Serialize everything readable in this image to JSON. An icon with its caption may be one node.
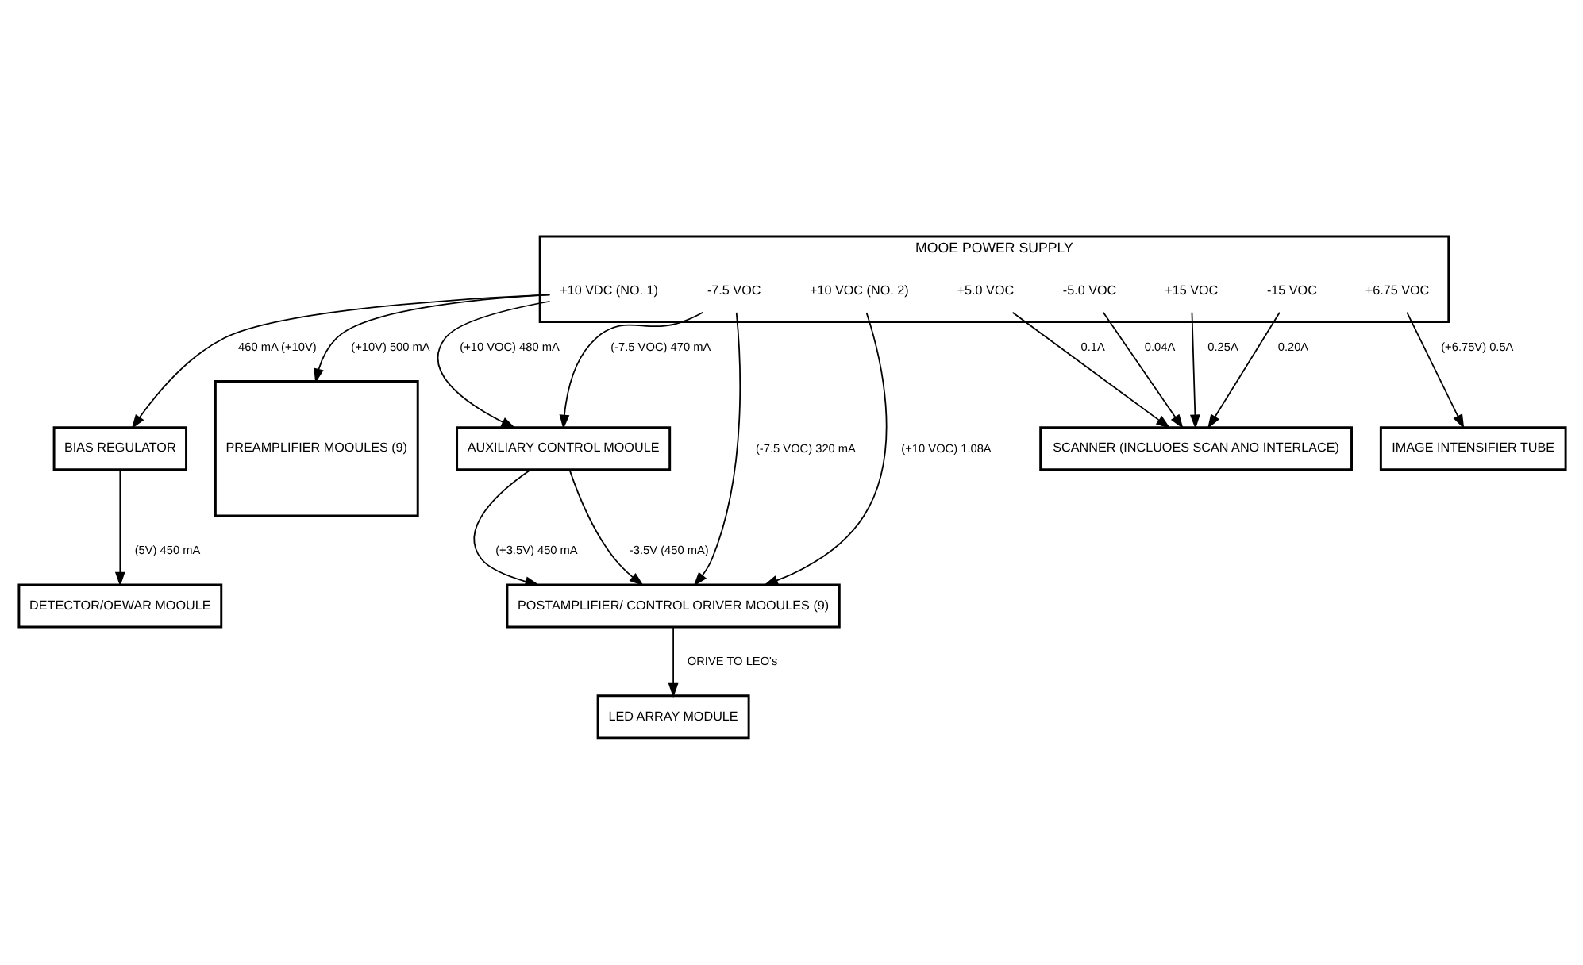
{
  "diagram": {
    "nodes": [
      {
        "text": [
          "MOOE POWER SUPPLY"
        ]
      },
      {
        "text": [
          "+10 VDC (NO. 1)"
        ],
        "in": 0
      },
      {
        "text": [
          "-7.5 VOC"
        ],
        "in": 0
      },
      {
        "text": [
          "+10 VOC (NO. 2)"
        ],
        "in": 0
      },
      {
        "text": [
          "+5.0 VOC"
        ],
        "in": 0
      },
      {
        "text": [
          "-5.0 VOC"
        ],
        "in": 0
      },
      {
        "text": [
          "+15 VOC"
        ],
        "in": 0
      },
      {
        "text": [
          "-15 VOC"
        ],
        "in": 0
      },
      {
        "text": [
          "+6.75 VOC"
        ],
        "in": 0
      },
      {
        "text": [
          "SCANNER (INCLUOES SCAN ANO INTERLACE)"
        ]
      },
      {
        "text": [
          "BIAS REGULATOR"
        ]
      },
      {
        "text": [
          "PREAMPLIFIER MOOULES (9)"
        ]
      },
      {
        "text": [
          "AUXILIARY CONTROL MOOULE"
        ]
      },
      {
        "text": [
          "IMAGE INTENSIFIER TUBE"
        ]
      },
      {
        "text": [
          "DETECTOR/OEWAR MOOULE"
        ]
      },
      {
        "text": [
          "POSTAMPLIFIER/ CONTROL ORIVER MOOULES (9)"
        ]
      },
      {
        "text": [
          "LED ARRAY MODULE"
        ]
      }
    ],
    "edges": [
      {
        "from": 4,
        "to": 9,
        "arrow": "to",
        "label": "0.1A"
      },
      {
        "from": 5,
        "to": 9,
        "arrow": "to",
        "label": "0.04A"
      },
      {
        "from": 6,
        "to": 9,
        "arrow": "to",
        "label": "0.25A"
      },
      {
        "from": 7,
        "to": 9,
        "arrow": "to",
        "label": "0.20A"
      },
      {
        "from": 1,
        "to": 10,
        "arrow": "to",
        "label": "460 mA (+10V)"
      },
      {
        "from": 1,
        "to": 11,
        "arrow": "to",
        "label": "(+10V) 500 mA"
      },
      {
        "from": 1,
        "to": 12,
        "arrow": "to",
        "label": "(+10 VOC) 480 mA"
      },
      {
        "from": 2,
        "to": 12,
        "arrow": "to",
        "label": "(-7.5 VOC) 470 mA"
      },
      {
        "from": 2,
        "to": 15,
        "arrow": "to",
        "label": "(-7.5 VOC) 320 mA"
      },
      {
        "from": 3,
        "to": 15,
        "arrow": "to",
        "label": "(+10 VOC) 1.08A"
      },
      {
        "from": 8,
        "to": 13,
        "arrow": "to",
        "label": "(+6.75V) 0.5A"
      },
      {
        "from": 10,
        "to": 14,
        "arrow": "to",
        "label": "(5V) 450 mA"
      },
      {
        "from": 12,
        "to": 15,
        "arrow": "to",
        "label": "(+3.5V) 450 mA"
      },
      {
        "from": 12,
        "to": 15,
        "arrow": "to",
        "label": "-3.5V (450 mA)"
      },
      {
        "from": 15,
        "to": 16,
        "arrow": "to",
        "label": "ORIVE TO LEO's"
      }
    ]
  }
}
